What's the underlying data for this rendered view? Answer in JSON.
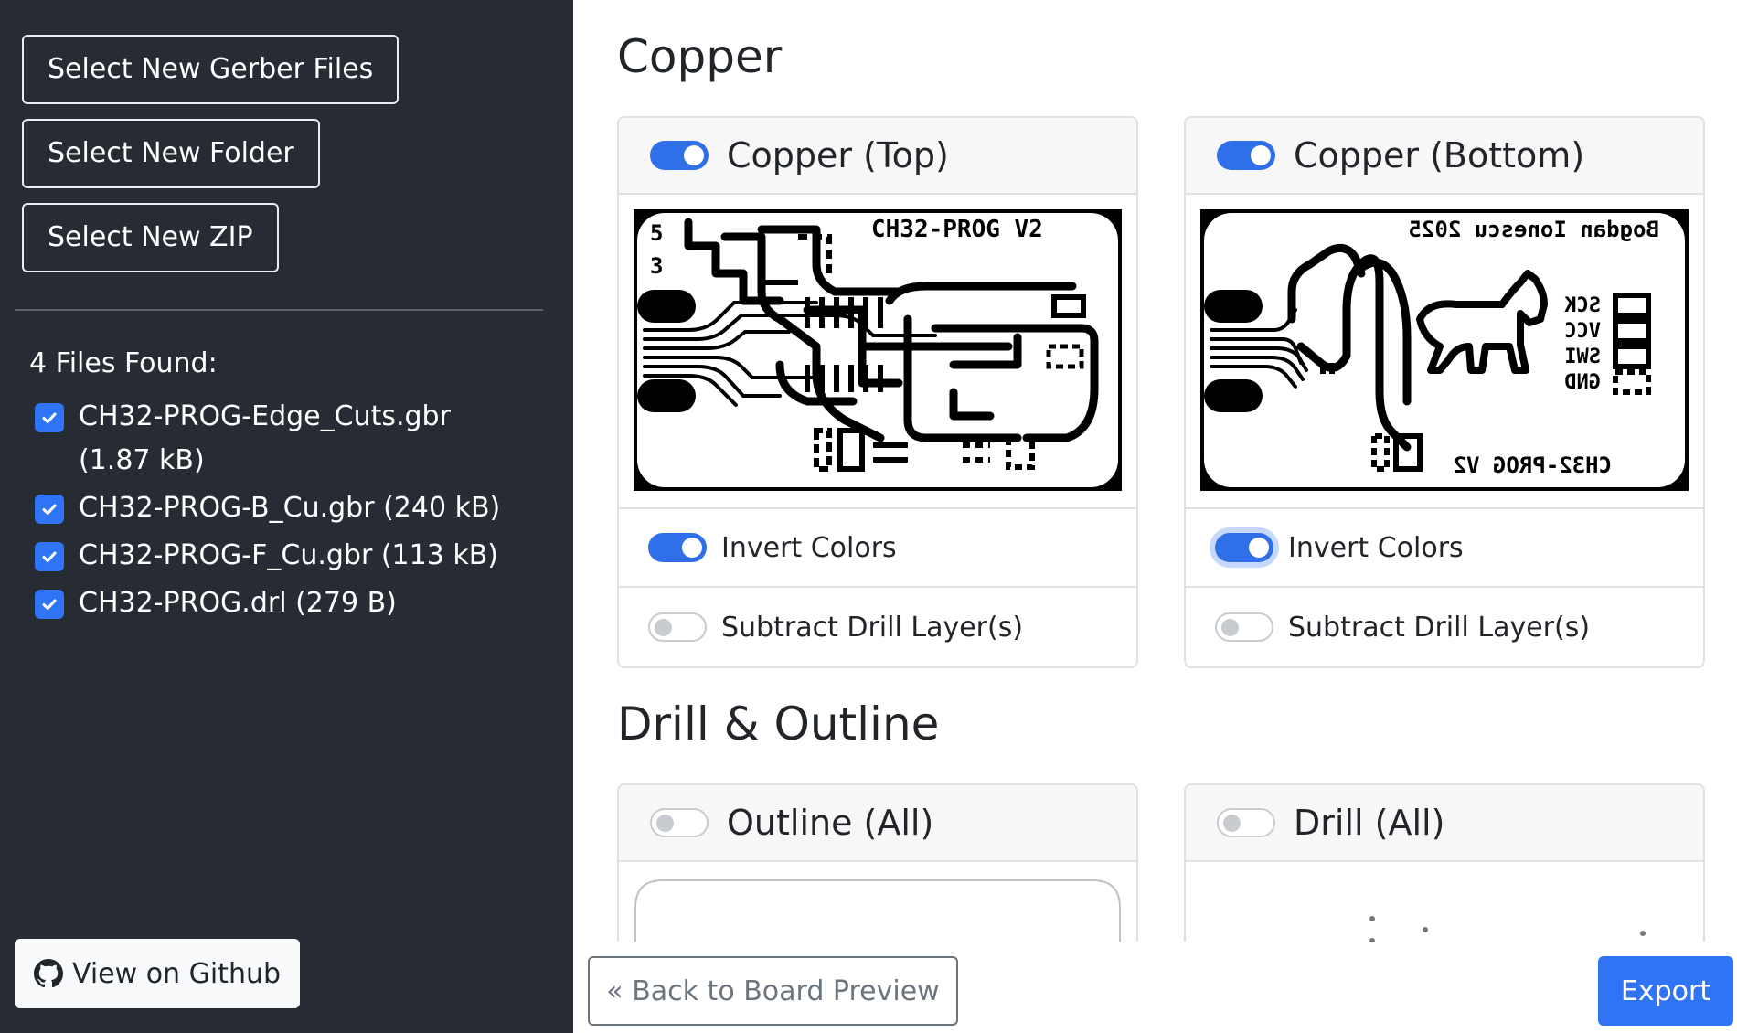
{
  "sidebar": {
    "buttons": {
      "gerber": "Select New Gerber Files",
      "folder": "Select New Folder",
      "zip": "Select New ZIP"
    },
    "files_heading": "4 Files Found:",
    "files": [
      {
        "label": "CH32-PROG-Edge_Cuts.gbr (1.87 kB)",
        "checked": true
      },
      {
        "label": "CH32-PROG-B_Cu.gbr (240 kB)",
        "checked": true
      },
      {
        "label": "CH32-PROG-F_Cu.gbr (113 kB)",
        "checked": true
      },
      {
        "label": "CH32-PROG.drl (279 B)",
        "checked": true
      }
    ],
    "github_label": "View on Github"
  },
  "main": {
    "sections": {
      "copper": "Copper",
      "drill_outline": "Drill & Outline"
    },
    "cards": {
      "copper_top": {
        "title": "Copper (Top)",
        "enabled": true,
        "silk_text": "CH32-PROG V2",
        "pin_labels": [
          "5",
          "3"
        ],
        "invert_label": "Invert Colors",
        "invert_on": true,
        "subtract_label": "Subtract Drill Layer(s)",
        "subtract_on": false
      },
      "copper_bottom": {
        "title": "Copper (Bottom)",
        "enabled": true,
        "silk_text_top": "Bogdan Ionescu 2025",
        "silk_text_bottom": "CH32-PROG V2",
        "pin_labels": [
          "SCK",
          "VCC",
          "SWI",
          "GND"
        ],
        "invert_label": "Invert Colors",
        "invert_on": true,
        "subtract_label": "Subtract Drill Layer(s)",
        "subtract_on": false
      },
      "outline_all": {
        "title": "Outline (All)",
        "enabled": false
      },
      "drill_all": {
        "title": "Drill (All)",
        "enabled": false
      }
    }
  },
  "footer": {
    "back_label": "« Back to Board Preview",
    "export_label": "Export"
  },
  "colors": {
    "sidebar_bg": "#272b34",
    "accent": "#2f74f5",
    "toggle_on": "#2f6fe8"
  }
}
